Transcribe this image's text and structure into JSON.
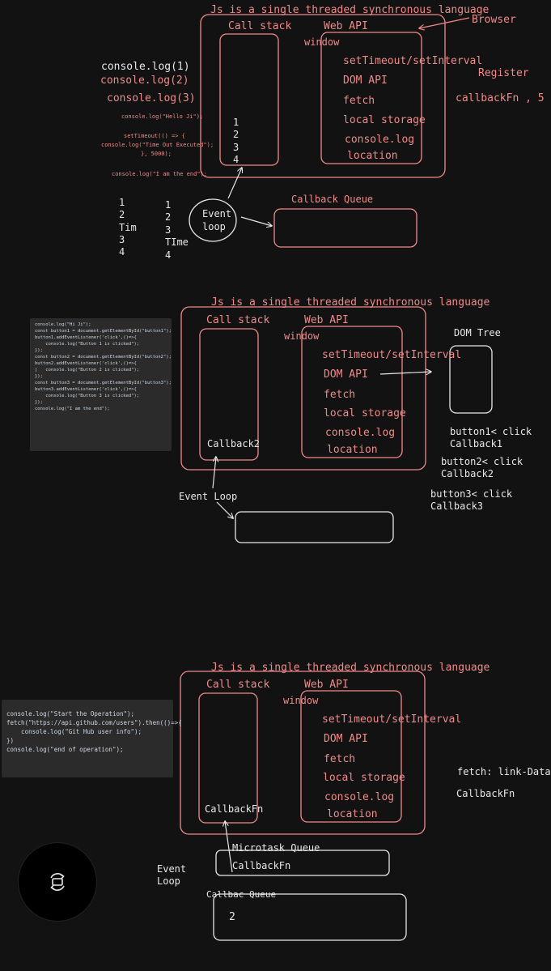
{
  "section1": {
    "title": "Js is a single threaded synchronous language",
    "browser_label": "Browser",
    "call_stack_label": "Call stack",
    "web_api_label": "Web API",
    "window_label": "window",
    "web_api_items": [
      "setTimeout/setInterval",
      "DOM API",
      "fetch",
      "local storage",
      "console.log",
      "location"
    ],
    "register_label": "Register",
    "callback_fn_label": "callbackFn , 5",
    "console_lines": [
      "console.log(1)",
      "console.log(2)",
      "console.log(3)"
    ],
    "small_code": [
      "console.log(\"Hello Ji\");",
      "setTimeout(() => {",
      "console.log(\"Time Out Executed\");",
      "}, 5000);",
      "console.log(\"I am the end\");"
    ],
    "stack_numbers": [
      "1",
      "2",
      "3",
      "4"
    ],
    "output_col1": [
      "1",
      "2",
      "Tim",
      "3",
      "4"
    ],
    "output_col2": [
      "1",
      "2",
      "3",
      "TIme",
      "4"
    ],
    "event_loop_label": [
      "Event",
      "loop"
    ],
    "callback_queue_label": "Callback Queue"
  },
  "section2": {
    "title": "Js is a single threaded synchronous language",
    "call_stack_label": "Call stack",
    "web_api_label": "Web API",
    "window_label": "window",
    "web_api_items": [
      "setTimeout/setInterval",
      "DOM API",
      "fetch",
      "local storage",
      "console.log",
      "location"
    ],
    "dom_tree_label": "DOM Tree",
    "stack_item": "Callback2",
    "event_loop_label": "Event Loop",
    "button_notes": [
      "button1< click",
      "Callback1",
      "button2< click",
      "Callback2",
      "button3< click",
      "Callback3"
    ],
    "code": [
      "console.log(\"Hi Ji\");",
      "",
      "const button1 = document.getElementById(\"button1\");",
      "button1.addEventListener('click',()=>{",
      "    console.log(\"Button 1 is clicked\");",
      "});",
      "",
      "const button2 = document.getElementById(\"button2\");",
      "button2.addEventListener('click',()=>{",
      "|   console.log(\"Button 2 is clicked\");",
      "});",
      "",
      "const button3 = document.getElementById(\"button3\");",
      "button3.addEventListener('click',()=>{",
      "    console.log(\"Button 3 is clicked\");",
      "});",
      "",
      "console.log(\"I am the end\");"
    ]
  },
  "section3": {
    "title": "Js is a single threaded synchronous language",
    "call_stack_label": "Call stack",
    "web_api_label": "Web API",
    "window_label": "window",
    "web_api_items": [
      "setTimeout/setInterval",
      "DOM API",
      "fetch",
      "local storage",
      "console.log",
      "location"
    ],
    "stack_item": "CallbackFn",
    "fetch_note": "fetch: link-Data",
    "callback_fn_note": "CallbackFn",
    "microtask_label": "Microtask Queue",
    "microtask_item": "CallbackFn",
    "event_loop_label": [
      "Event",
      "Loop"
    ],
    "callback_queue_label": "Callbac Queue",
    "callback_queue_item": "2",
    "code": [
      "console.log(\"Start the Operation\");",
      "",
      "fetch(\"https://api.github.com/users\").then(()=>{",
      "    console.log(\"Git Hub user info\");",
      "})",
      "",
      "console.log(\"end of operation\");"
    ]
  },
  "colors": {
    "background": "#121212",
    "pink": "#f08a8a",
    "white": "#e8e8e8"
  },
  "fab": {
    "icon": "sync-icon"
  }
}
